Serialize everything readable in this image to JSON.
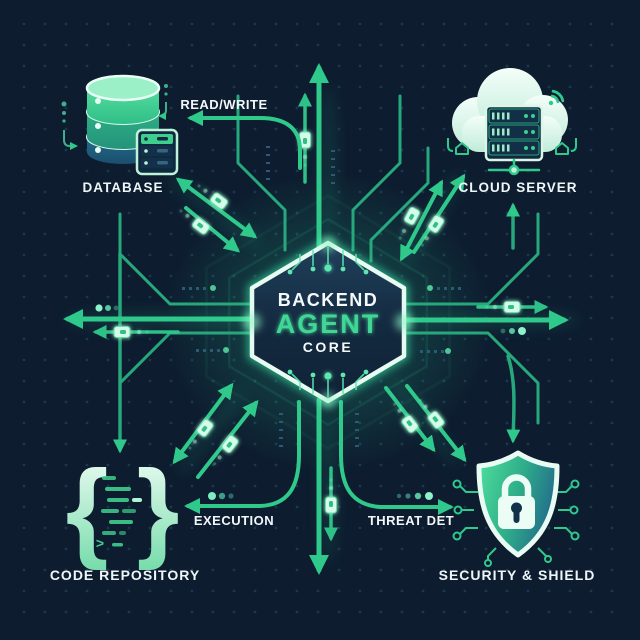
{
  "core": {
    "line1": "BACKEND",
    "line2": "AGENT",
    "line3": "CORE"
  },
  "nodes": {
    "database": {
      "label": "DATABASE"
    },
    "cloud_server": {
      "label": "CLOUD SERVER"
    },
    "code_repository": {
      "label": "CODE REPOSITORY",
      "prompt": ">"
    },
    "security_shield": {
      "label": "SECURITY & SHIELD"
    }
  },
  "connections": {
    "read_write": {
      "label": "READ/WRITE",
      "arrow_direction": "left"
    },
    "execution": {
      "label": "EXECUTION",
      "arrow_direction": "left"
    },
    "threat_detection": {
      "label": "THREAT DET",
      "arrow_direction": "right"
    }
  },
  "colors": {
    "background": "#0d1c2f",
    "accent_green": "#2fc98c",
    "bright_mint": "#d6fbea",
    "panel_navy": "#14304a",
    "label_white": "#f2f8fa"
  },
  "icons": {
    "database": "database-cylinder-icon",
    "cloud_server": "cloud-server-icon",
    "code_repository": "code-braces-icon",
    "security_shield": "shield-lock-icon",
    "wifi": "wifi-icon"
  }
}
